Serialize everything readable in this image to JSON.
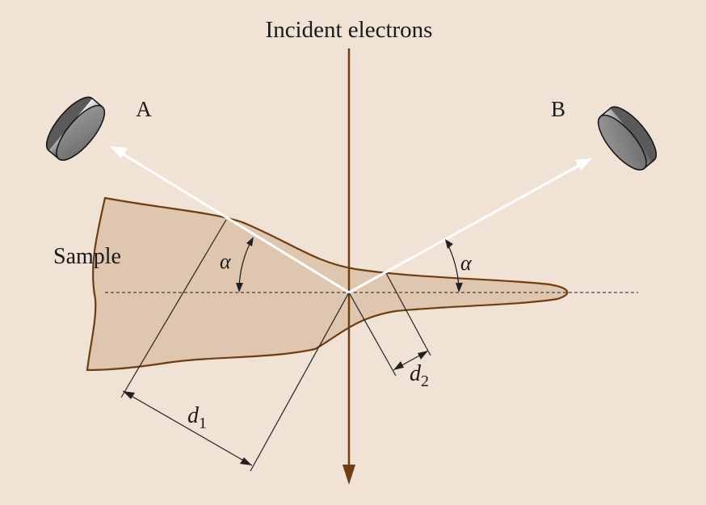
{
  "title": "Incident electrons",
  "detector_a": "A",
  "detector_b": "B",
  "sample_label": "Sample",
  "angle_left": "α",
  "angle_right": "α",
  "d1_main": "d",
  "d1_sub": "1",
  "d2_main": "d",
  "d2_sub": "2",
  "colors": {
    "background": "#f0e3d6",
    "sample_fill": "#dfc7af",
    "sample_edge": "#6e3d10",
    "beam": "#6e3d10",
    "xray_path": "#ffffff"
  }
}
